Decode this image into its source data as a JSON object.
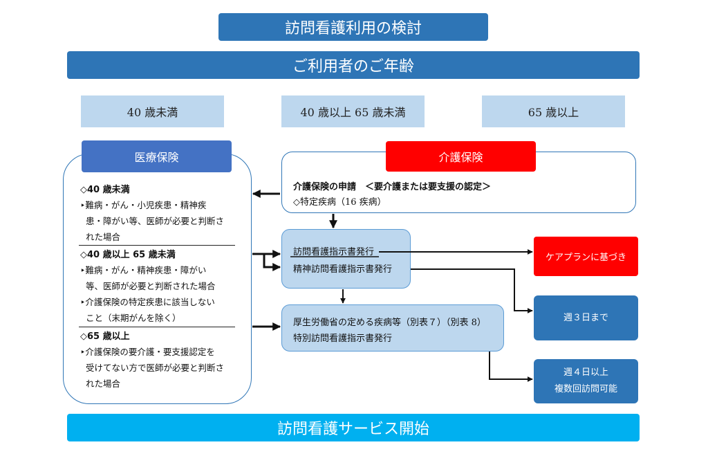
{
  "title": "訪問看護利用の検討",
  "age_header": "ご利用者のご年齢",
  "age_groups": [
    "40 歳未満",
    "40 歳以上 65 歳未満",
    "65 歳以上"
  ],
  "medical": {
    "title": "医療保険",
    "sections": [
      {
        "head": "◇40 歳未満",
        "lines": [
          "‣難病・がん・小児疾患・精神疾",
          "患・障がい等、医師が必要と判断さ",
          "れた場合"
        ]
      },
      {
        "head": "◇40 歳以上 65 歳未満",
        "lines": [
          "‣難病・がん・精神疾患・障がい",
          "等、医師が必要と判断された場合",
          "‣介護保険の特定疾患に該当しない",
          "こと（末期がんを除く）"
        ]
      },
      {
        "head": "◇65 歳以上",
        "lines": [
          "‣介護保険の要介護・要支援認定を",
          "受けてない方で医師が必要と判断さ",
          "れた場合"
        ]
      }
    ]
  },
  "care": {
    "title": "介護保険",
    "line1": "介護保険の申請　＜要介護または要支援の認定＞",
    "line2": "◇特定疾病（16 疾病）"
  },
  "instr": {
    "line1": "訪問看護指示書発行",
    "line2": "精神訪問看護指示書発行"
  },
  "special": {
    "line1": "厚生労働省の定める疾病等（別表７）（別表 8）",
    "line2": "特別訪問看護指示書発行"
  },
  "outcomes": {
    "careplan": "ケアプランに基づき",
    "week3": "週３日まで",
    "week4_line1": "週４日以上",
    "week4_line2": "複数回訪問可能"
  },
  "start": "訪問看護サービス開始",
  "colors": {
    "title_blue": "#2e75b6",
    "age_blue": "#bdd7ee",
    "medical_blue": "#4472c4",
    "care_red": "#ff0000",
    "start_cyan": "#00b0f0"
  }
}
